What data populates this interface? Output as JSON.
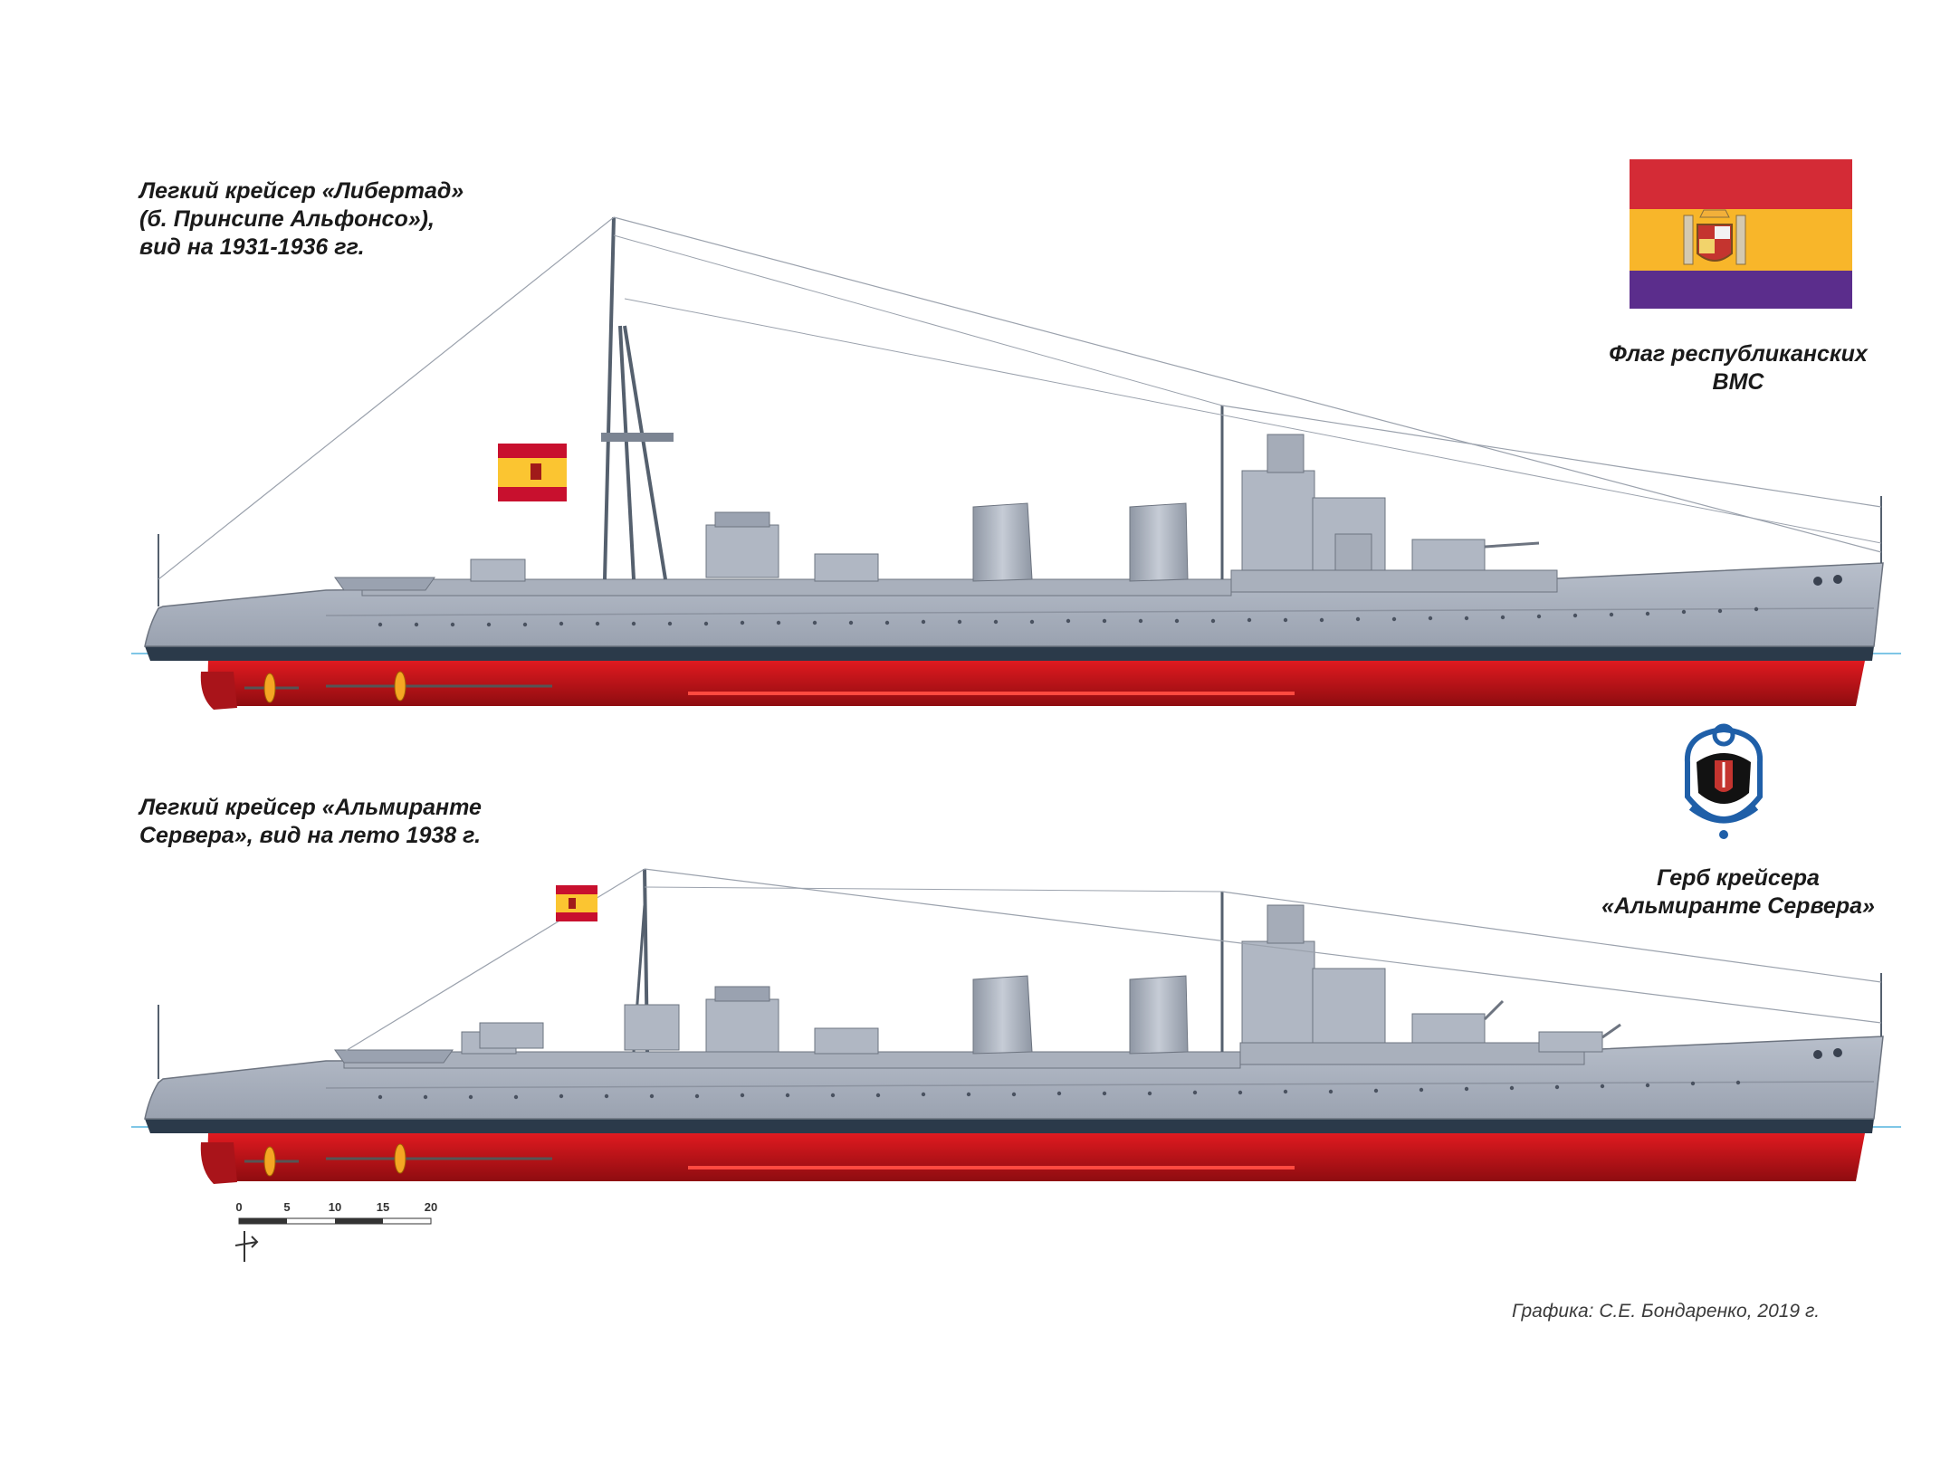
{
  "ship_top": {
    "caption_lines": [
      "Легкий крейсер «Либертад»",
      "(б. Принсипе Альфонсо»),",
      "вид на 1931-1936 гг."
    ]
  },
  "ship_bottom": {
    "caption_lines": [
      "Легкий крейсер «Альмиранте",
      "Сервера», вид на лето 1938 г."
    ]
  },
  "flag": {
    "caption_lines": [
      "Флаг республиканских",
      "ВМС"
    ],
    "stripe_colors": [
      "#d42b36",
      "#f8b62a",
      "#5b2d8c"
    ]
  },
  "crest": {
    "caption_lines": [
      "Герб крейсера",
      "«Альмиранте Сервера»"
    ]
  },
  "scale": {
    "labels": [
      "0",
      "5",
      "10",
      "15",
      "20"
    ]
  },
  "credit": "Графика: С.Е. Бондаренко, 2019 г.",
  "colors": {
    "hull_gray": "#a3aab6",
    "hull_red": "#c9161c",
    "boot_top": "#2b3a4a",
    "waterline": "#7fc6e6"
  }
}
